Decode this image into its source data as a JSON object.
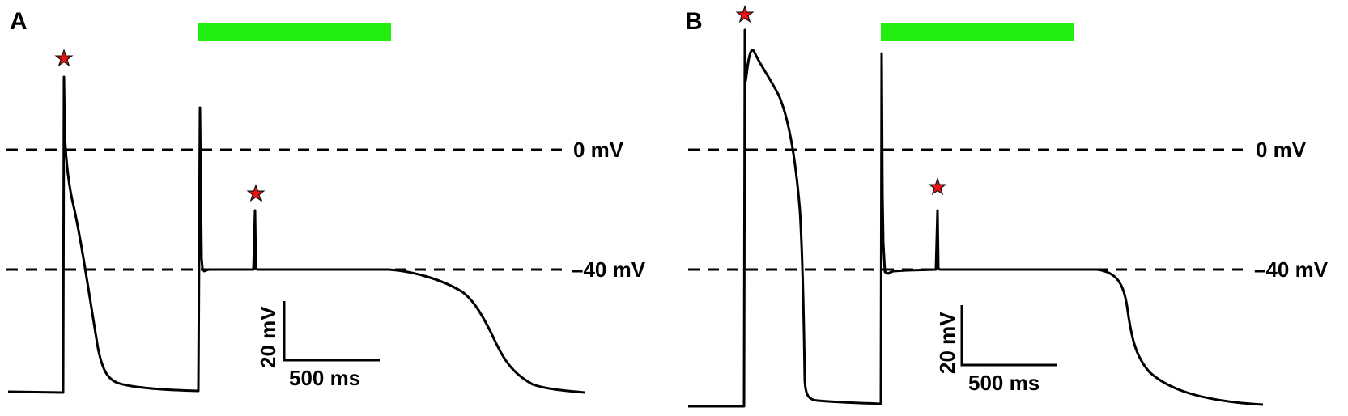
{
  "panels": [
    {
      "letter": "A",
      "ref_lines": [
        {
          "label": "0 mV"
        },
        {
          "label": "–40 mV"
        }
      ],
      "scale": {
        "v_label": "20 mV",
        "t_label": "500 ms"
      },
      "bar_color": "#22ee11",
      "star_color": "#ee1111",
      "star_icon": "star-icon"
    },
    {
      "letter": "B",
      "ref_lines": [
        {
          "label": "0 mV"
        },
        {
          "label": "–40 mV"
        }
      ],
      "scale": {
        "v_label": "20 mV",
        "t_label": "500 ms"
      },
      "bar_color": "#22ee11",
      "star_color": "#ee1111",
      "star_icon": "star-icon"
    }
  ]
}
